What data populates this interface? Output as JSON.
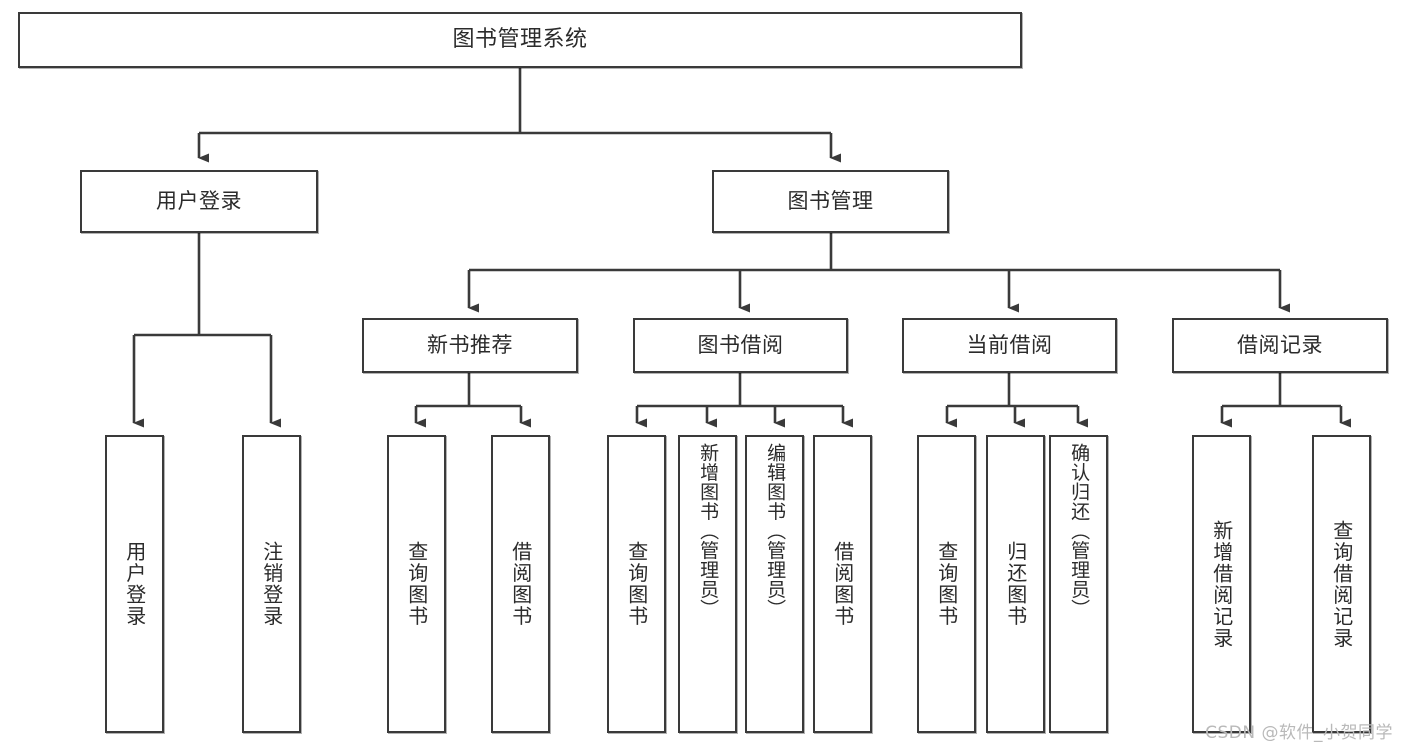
{
  "diagram": {
    "title": "图书管理系统",
    "type": "tree",
    "orientation": "top-down",
    "colors": {
      "box_border": "#3a3a3a",
      "box_fill": "#ffffff",
      "edge": "#3a3a3a",
      "text": "#2b2b2b",
      "watermark": "#b9b9b9"
    },
    "root": {
      "label": "图书管理系统"
    },
    "level2": [
      {
        "label": "用户登录"
      },
      {
        "label": "图书管理"
      }
    ],
    "level3": [
      {
        "label": "新书推荐"
      },
      {
        "label": "图书借阅"
      },
      {
        "label": "当前借阅"
      },
      {
        "label": "借阅记录"
      }
    ],
    "leaves": {
      "user_login": [
        {
          "label": "用户登录"
        },
        {
          "label": "注销登录"
        }
      ],
      "new_book_recommend": [
        {
          "label": "查询图书"
        },
        {
          "label": "借阅图书"
        }
      ],
      "book_borrow": [
        {
          "label": "查询图书"
        },
        {
          "label": "新增图书（管理员）"
        },
        {
          "label": "编辑图书（管理员）"
        },
        {
          "label": "借阅图书"
        }
      ],
      "current_borrow": [
        {
          "label": "查询图书"
        },
        {
          "label": "归还图书"
        },
        {
          "label": "确认归还（管理员）"
        }
      ],
      "borrow_record": [
        {
          "label": "新增借阅记录"
        },
        {
          "label": "查询借阅记录"
        }
      ]
    }
  },
  "watermark": {
    "text": "CSDN @软件_小贺同学"
  }
}
